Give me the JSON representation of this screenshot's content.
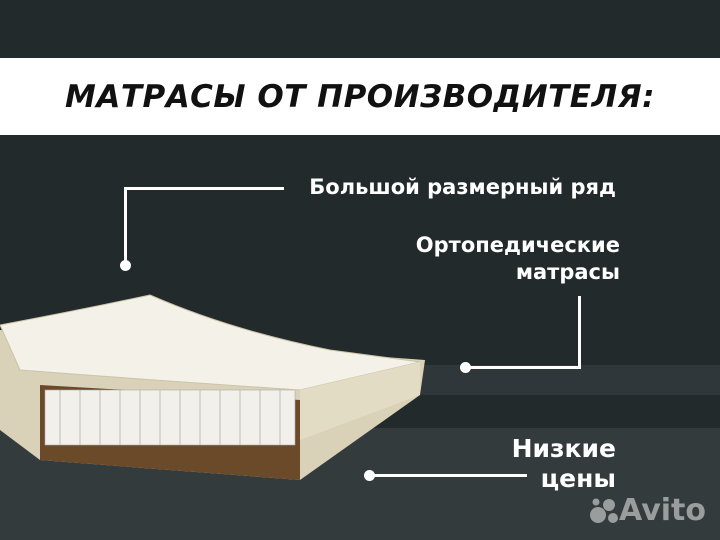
{
  "banner": {
    "title": "МАТРАСЫ ОТ ПРОИЗВОДИТЕЛЯ:"
  },
  "features": [
    {
      "label": "Большой размерный ряд"
    },
    {
      "label_line1": "Ортопедические",
      "label_line2": "матрасы"
    },
    {
      "label_line1": "Низкие",
      "label_line2": "цены"
    }
  ],
  "watermark": {
    "text": "Avito",
    "icon": "avito-dots-icon"
  },
  "colors": {
    "background": "#222a2c",
    "banner": "#ffffff",
    "text": "#ffffff"
  }
}
